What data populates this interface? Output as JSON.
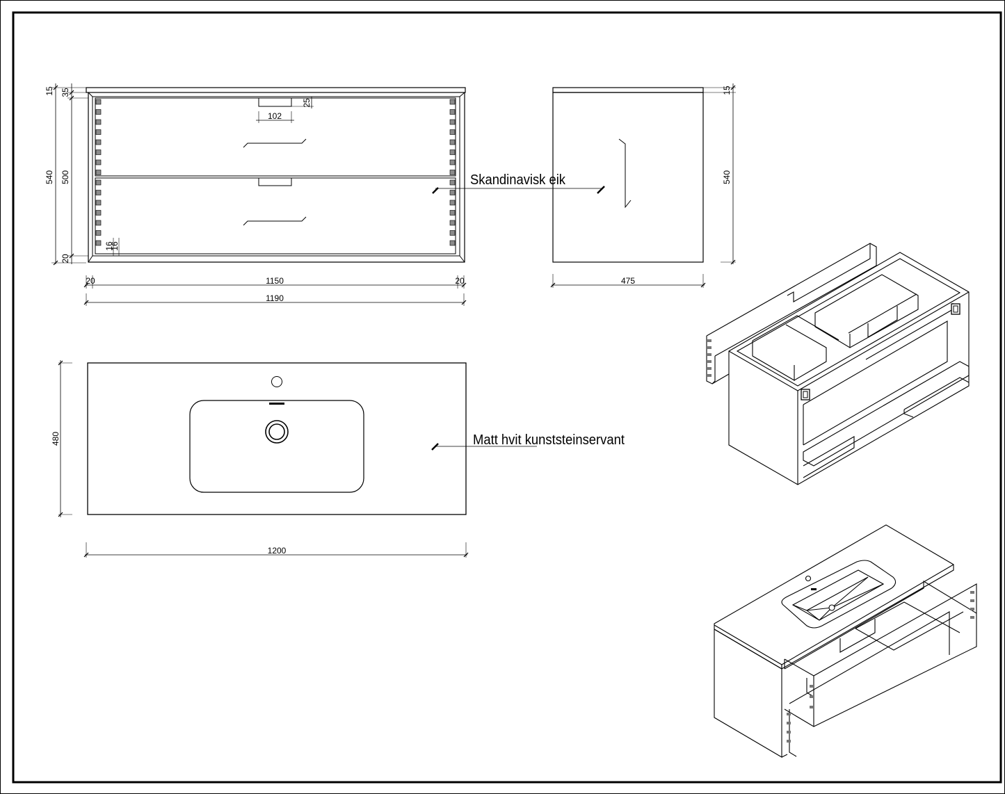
{
  "labels": {
    "finish_wood": "Skandinavisk eik",
    "finish_basin": "Matt hvit kunststeinservant"
  },
  "front_view": {
    "dims": {
      "top_thickness": "15",
      "top_gap": "35",
      "handle_depth": "25",
      "handle_width": "102",
      "total_height": "540",
      "front_height": "500",
      "bottom_gap": "20",
      "joint_a": "16",
      "joint_b": "16",
      "side_left": "20",
      "inner_width": "1150",
      "side_right": "20",
      "total_width": "1190"
    }
  },
  "side_view": {
    "dims": {
      "top_thickness": "15",
      "height": "540",
      "depth": "475"
    }
  },
  "top_view": {
    "dims": {
      "depth": "480",
      "width": "1200"
    }
  },
  "colors": {
    "line": "#000000",
    "background": "#ffffff",
    "joint_fill": "#8a8a8a"
  }
}
